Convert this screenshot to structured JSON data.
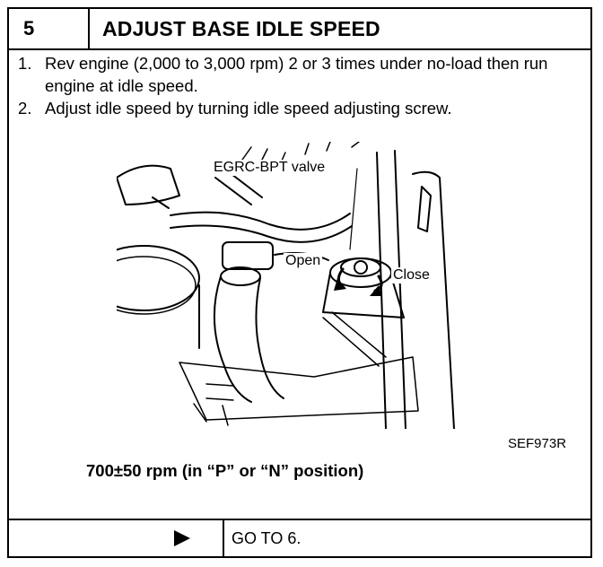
{
  "header": {
    "step_number": "5",
    "title": "ADJUST BASE IDLE SPEED"
  },
  "steps": [
    {
      "num": "1.",
      "text": "Rev engine (2,000 to 3,000 rpm) 2 or 3 times under no-load then run engine at idle speed."
    },
    {
      "num": "2.",
      "text": "Adjust idle speed by turning idle speed adjusting screw."
    }
  ],
  "figure": {
    "labels": {
      "valve": "EGRC-BPT  valve",
      "open": "Open",
      "close": "Close"
    },
    "code": "SEF973R"
  },
  "spec": "700±50 rpm (in “P” or “N” position)",
  "footer": {
    "arrow_icon": "right-triangle-icon",
    "next": "GO TO 6."
  }
}
